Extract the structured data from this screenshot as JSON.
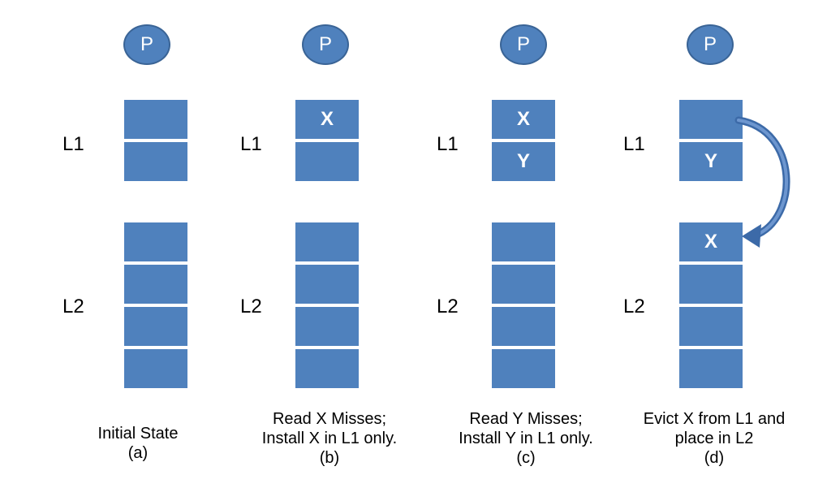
{
  "colors": {
    "block": "#4f81bd",
    "text_on_block": "#ffffff",
    "arrow": "#3c6aa8"
  },
  "panels": [
    {
      "processor": "P",
      "l1_label": "L1",
      "l2_label": "L2",
      "l1_cells": [
        "",
        ""
      ],
      "l2_cells": [
        "",
        "",
        "",
        ""
      ],
      "caption_line1": "Initial State",
      "caption_line2": "(a)"
    },
    {
      "processor": "P",
      "l1_label": "L1",
      "l2_label": "L2",
      "l1_cells": [
        "X",
        ""
      ],
      "l2_cells": [
        "",
        "",
        "",
        ""
      ],
      "caption_line1": "Read X Misses;",
      "caption_line2": "Install X in L1 only.",
      "caption_line3": "(b)"
    },
    {
      "processor": "P",
      "l1_label": "L1",
      "l2_label": "L2",
      "l1_cells": [
        "X",
        "Y"
      ],
      "l2_cells": [
        "",
        "",
        "",
        ""
      ],
      "caption_line1": "Read Y Misses;",
      "caption_line2": "Install Y in L1 only.",
      "caption_line3": "(c)"
    },
    {
      "processor": "P",
      "l1_label": "L1",
      "l2_label": "L2",
      "l1_cells": [
        "",
        "Y"
      ],
      "l2_cells": [
        "X",
        "",
        "",
        ""
      ],
      "caption_line1": "Evict X from L1 and",
      "caption_line2": "place in L2",
      "caption_line3": "(d)"
    }
  ]
}
